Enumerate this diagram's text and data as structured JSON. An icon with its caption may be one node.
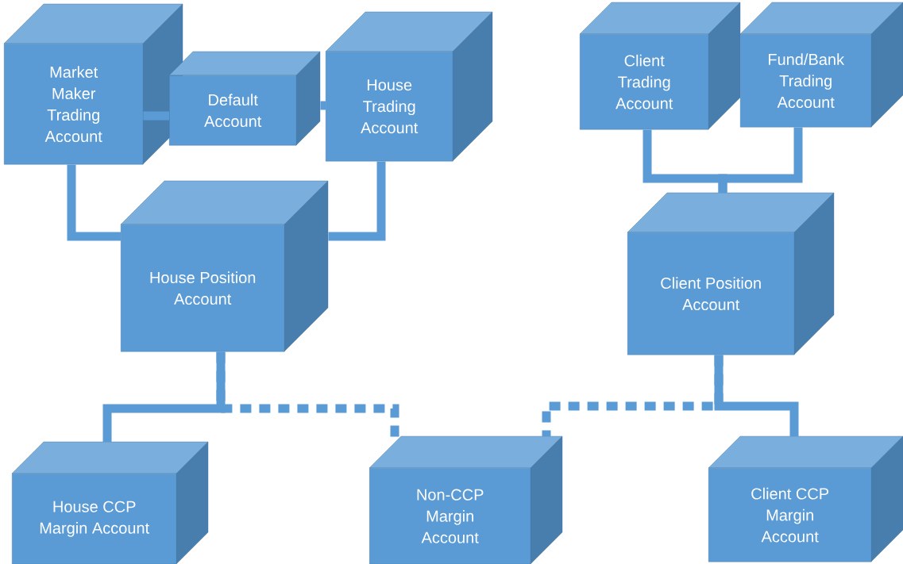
{
  "diagram": {
    "nodes": [
      {
        "text": [
          "Market Maker Trading Account"
        ]
      },
      {
        "text": [
          "Default Account"
        ]
      },
      {
        "text": [
          "House Trading Account"
        ]
      },
      {
        "text": [
          "House Position Account"
        ]
      },
      {
        "text": [
          "Client Trading Account"
        ]
      },
      {
        "text": [
          "Fund/Bank Trading Account"
        ]
      },
      {
        "text": [
          "Client Position Account"
        ]
      },
      {
        "text": [
          "House CCP Margin Account"
        ]
      },
      {
        "text": [
          "Non-CCP Margin Account"
        ]
      },
      {
        "text": [
          "Client CCP Margin Account"
        ]
      }
    ],
    "edges": [
      {
        "from": 0,
        "to": 1,
        "arrow": "none"
      },
      {
        "from": 1,
        "to": 2,
        "arrow": "none"
      },
      {
        "from": 0,
        "to": 3,
        "arrow": "none"
      },
      {
        "from": 2,
        "to": 3,
        "arrow": "none"
      },
      {
        "from": 4,
        "to": 6,
        "arrow": "none"
      },
      {
        "from": 5,
        "to": 6,
        "arrow": "none"
      },
      {
        "from": 3,
        "to": 7,
        "arrow": "none"
      },
      {
        "from": 3,
        "to": 8,
        "arrow": "none",
        "style": "dashed"
      },
      {
        "from": 6,
        "to": 9,
        "arrow": "none"
      },
      {
        "from": 6,
        "to": 8,
        "arrow": "none",
        "style": "dashed"
      }
    ]
  }
}
